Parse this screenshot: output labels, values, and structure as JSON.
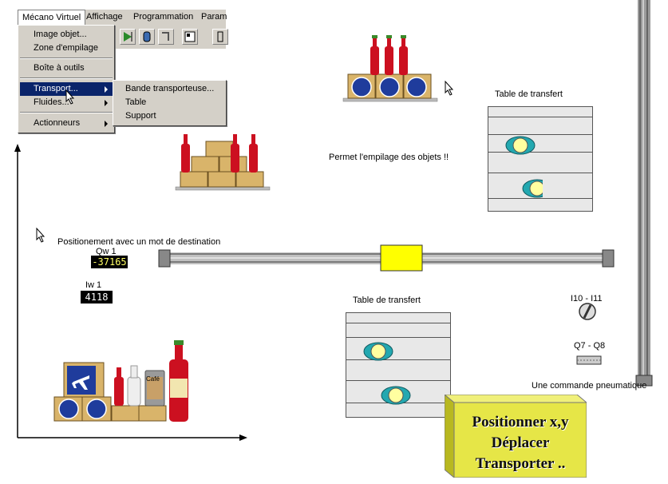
{
  "menubar": {
    "items": [
      "Mécano Virtuel",
      "Affichage",
      "Programmation",
      "Param"
    ]
  },
  "dropdown": {
    "items": [
      "Image objet...",
      "Zone d'empilage",
      "Boîte à outils",
      "Transport...",
      "Fluides...",
      "Actionneurs"
    ]
  },
  "submenu": {
    "items": [
      "Bande transporteuse...",
      "Table",
      "Support"
    ]
  },
  "labels": {
    "stacking": "Permet l'empilage des objets !!",
    "table_top": "Table de transfert",
    "table_bottom": "Table de transfert",
    "positioning": "Positionement avec un mot de destination",
    "qw1": "Qw 1",
    "iw1": "Iw 1",
    "i10": "I10 - I11",
    "q7": "Q7 - Q8",
    "pneumatic": "Une commande pneumatique"
  },
  "displays": {
    "qw1_value": "-37165",
    "iw1_value": "4118"
  },
  "icons": {
    "cafe": "Café"
  },
  "note": {
    "line1": "Positionner x,y",
    "line2": "Déplacer",
    "line3": "Transporter .."
  },
  "colors": {
    "menu_bg": "#d4d0c8",
    "menu_selected": "#0a246a",
    "note_yellow": "#e6e647",
    "cursor_yellow": "#ffff00",
    "bottle_red": "#cc1020",
    "crate": "#d9b46a"
  }
}
